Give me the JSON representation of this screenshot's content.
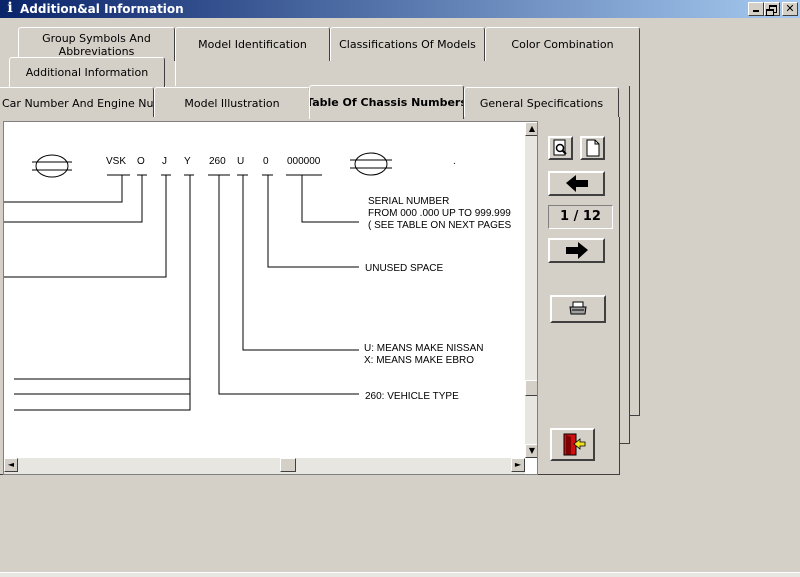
{
  "window": {
    "title": "Addition&al Information",
    "app_icon": "i",
    "minimize_icon": "minimize-icon",
    "maximize_icon": "restore-icon",
    "close_icon": "close-icon",
    "close_glyph": "✕"
  },
  "tabs": {
    "row3": [
      "Group Symbols And Abbreviations",
      "Model Identification",
      "Classifications Of Models",
      "Color Combination"
    ],
    "row2": [
      "Additional Information"
    ],
    "row1": [
      "Car Number And Engine Number",
      "Model Illustration",
      "Table Of Chassis Numbers",
      "General Specifications"
    ],
    "active": "Table Of Chassis Numbers"
  },
  "document": {
    "code_parts": [
      "VSK",
      "O",
      "J",
      "Y",
      "260",
      "U",
      "0",
      "000000"
    ],
    "serial_label": [
      "SERIAL NUMBER",
      "FROM 000 .000 UP TO 999.999",
      "( SEE TABLE ON NEXT PAGES"
    ],
    "unused_label": "UNUSED SPACE",
    "make_label": [
      "U: MEANS MAKE NISSAN",
      "X:  MEANS MAKE EBRO"
    ],
    "vehicle_type_label": "260:   VEHICLE TYPE",
    "dot": "."
  },
  "scroll": {
    "up_arrow": "▲",
    "down_arrow": "▼",
    "left_arrow": "◄",
    "right_arrow": "►"
  },
  "toolbar": {
    "page_indicator": "1 / 12",
    "zoom_icon": "magnify-page-icon",
    "page_icon": "blank-page-icon",
    "prev_icon": "arrow-left-icon",
    "next_icon": "arrow-right-icon",
    "print_icon": "printer-icon",
    "exit_icon": "exit-door-icon"
  },
  "colors": {
    "title_bar_start": "#0a246a",
    "title_bar_end": "#a6caf0",
    "face": "#d4d0c8",
    "exit_door_red": "#d01010",
    "exit_arrow_yellow": "#f0e020"
  }
}
